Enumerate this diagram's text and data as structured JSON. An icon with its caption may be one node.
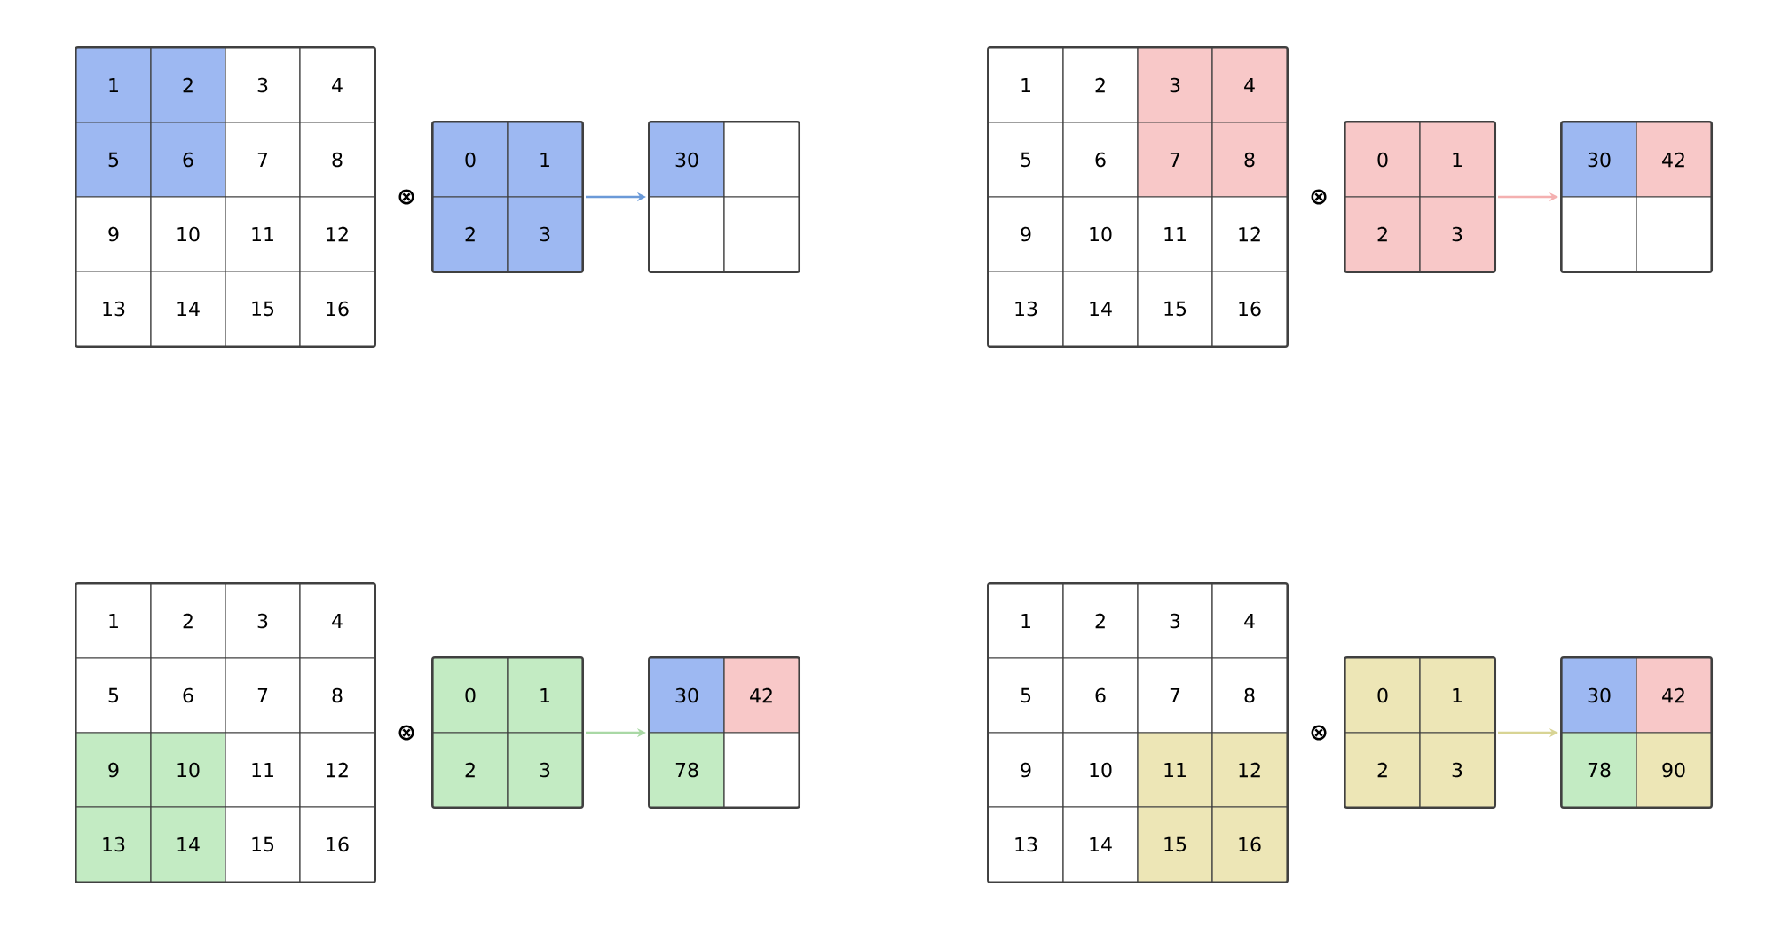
{
  "diagram": {
    "nodes": [
      {
        "text": [],
        "shape": "box"
      },
      {
        "text": [
          "1"
        ],
        "in": 0
      },
      {
        "text": [
          "2"
        ],
        "in": 0
      },
      {
        "text": [
          "3"
        ],
        "in": 0
      },
      {
        "text": [
          "4"
        ],
        "in": 0
      },
      {
        "text": [
          "5"
        ],
        "in": 0
      },
      {
        "text": [
          "6"
        ],
        "in": 0
      },
      {
        "text": [
          "7"
        ],
        "in": 0
      },
      {
        "text": [
          "8"
        ],
        "in": 0
      },
      {
        "text": [
          "9"
        ],
        "in": 0
      },
      {
        "text": [
          "10"
        ],
        "in": 0
      },
      {
        "text": [
          "11"
        ],
        "in": 0
      },
      {
        "text": [
          "12"
        ],
        "in": 0
      },
      {
        "text": [
          "13"
        ],
        "in": 0
      },
      {
        "text": [
          "14"
        ],
        "in": 0
      },
      {
        "text": [
          "15"
        ],
        "in": 0
      },
      {
        "text": [
          "16"
        ],
        "in": 0
      },
      {
        "text": [],
        "shape": "box"
      },
      {
        "text": [
          "0"
        ],
        "in": 17
      },
      {
        "text": [
          "1"
        ],
        "in": 17
      },
      {
        "text": [
          "2"
        ],
        "in": 17
      },
      {
        "text": [
          "3"
        ],
        "in": 17
      },
      {
        "text": [],
        "shape": "box"
      },
      {
        "text": [
          "30"
        ],
        "in": 22
      },
      {
        "text": [],
        "shape": "box",
        "in": 22
      },
      {
        "text": [],
        "shape": "box",
        "in": 22
      },
      {
        "text": [],
        "shape": "box",
        "in": 22
      },
      {
        "text": [],
        "shape": "box"
      },
      {
        "text": [
          "1"
        ],
        "in": 27
      },
      {
        "text": [
          "2"
        ],
        "in": 27
      },
      {
        "text": [
          "3"
        ],
        "in": 27
      },
      {
        "text": [
          "4"
        ],
        "in": 27
      },
      {
        "text": [
          "5"
        ],
        "in": 27
      },
      {
        "text": [
          "6"
        ],
        "in": 27
      },
      {
        "text": [
          "7"
        ],
        "in": 27
      },
      {
        "text": [
          "8"
        ],
        "in": 27
      },
      {
        "text": [
          "9"
        ],
        "in": 27
      },
      {
        "text": [
          "10"
        ],
        "in": 27
      },
      {
        "text": [
          "11"
        ],
        "in": 27
      },
      {
        "text": [
          "12"
        ],
        "in": 27
      },
      {
        "text": [
          "13"
        ],
        "in": 27
      },
      {
        "text": [
          "14"
        ],
        "in": 27
      },
      {
        "text": [
          "15"
        ],
        "in": 27
      },
      {
        "text": [
          "16"
        ],
        "in": 27
      },
      {
        "text": [],
        "shape": "box"
      },
      {
        "text": [
          "0"
        ],
        "in": 44
      },
      {
        "text": [
          "1"
        ],
        "in": 44
      },
      {
        "text": [
          "2"
        ],
        "in": 44
      },
      {
        "text": [
          "3"
        ],
        "in": 44
      },
      {
        "text": [],
        "shape": "box"
      },
      {
        "text": [
          "30"
        ],
        "in": 49
      },
      {
        "text": [
          "42"
        ],
        "in": 49
      },
      {
        "text": [],
        "shape": "box",
        "in": 49
      },
      {
        "text": [],
        "shape": "box",
        "in": 49
      },
      {
        "text": [],
        "shape": "box"
      },
      {
        "text": [
          "1"
        ],
        "in": 54
      },
      {
        "text": [
          "2"
        ],
        "in": 54
      },
      {
        "text": [
          "3"
        ],
        "in": 54
      },
      {
        "text": [
          "4"
        ],
        "in": 54
      },
      {
        "text": [
          "5"
        ],
        "in": 54
      },
      {
        "text": [
          "6"
        ],
        "in": 54
      },
      {
        "text": [
          "7"
        ],
        "in": 54
      },
      {
        "text": [
          "8"
        ],
        "in": 54
      },
      {
        "text": [
          "9"
        ],
        "in": 54
      },
      {
        "text": [
          "10"
        ],
        "in": 54
      },
      {
        "text": [
          "11"
        ],
        "in": 54
      },
      {
        "text": [
          "12"
        ],
        "in": 54
      },
      {
        "text": [
          "13"
        ],
        "in": 54
      },
      {
        "text": [
          "14"
        ],
        "in": 54
      },
      {
        "text": [
          "15"
        ],
        "in": 54
      },
      {
        "text": [
          "16"
        ],
        "in": 54
      },
      {
        "text": [],
        "shape": "box"
      },
      {
        "text": [
          "0"
        ],
        "in": 71
      },
      {
        "text": [
          "1"
        ],
        "in": 71
      },
      {
        "text": [
          "2"
        ],
        "in": 71
      },
      {
        "text": [
          "3"
        ],
        "in": 71
      },
      {
        "text": [],
        "shape": "box"
      },
      {
        "text": [
          "30"
        ],
        "in": 76
      },
      {
        "text": [
          "42"
        ],
        "in": 76
      },
      {
        "text": [
          "78"
        ],
        "in": 76
      },
      {
        "text": [],
        "shape": "box",
        "in": 76
      },
      {
        "text": [],
        "shape": "box"
      },
      {
        "text": [
          "1"
        ],
        "in": 81
      },
      {
        "text": [
          "2"
        ],
        "in": 81
      },
      {
        "text": [
          "3"
        ],
        "in": 81
      },
      {
        "text": [
          "4"
        ],
        "in": 81
      },
      {
        "text": [
          "5"
        ],
        "in": 81
      },
      {
        "text": [
          "6"
        ],
        "in": 81
      },
      {
        "text": [
          "7"
        ],
        "in": 81
      },
      {
        "text": [
          "8"
        ],
        "in": 81
      },
      {
        "text": [
          "9"
        ],
        "in": 81
      },
      {
        "text": [
          "10"
        ],
        "in": 81
      },
      {
        "text": [
          "11"
        ],
        "in": 81
      },
      {
        "text": [
          "12"
        ],
        "in": 81
      },
      {
        "text": [
          "13"
        ],
        "in": 81
      },
      {
        "text": [
          "14"
        ],
        "in": 81
      },
      {
        "text": [
          "15"
        ],
        "in": 81
      },
      {
        "text": [
          "16"
        ],
        "in": 81
      },
      {
        "text": [],
        "shape": "box"
      },
      {
        "text": [
          "0"
        ],
        "in": 98
      },
      {
        "text": [
          "1"
        ],
        "in": 98
      },
      {
        "text": [
          "2"
        ],
        "in": 98
      },
      {
        "text": [
          "3"
        ],
        "in": 98
      },
      {
        "text": [],
        "shape": "box"
      },
      {
        "text": [
          "30"
        ],
        "in": 103
      },
      {
        "text": [
          "42"
        ],
        "in": 103
      },
      {
        "text": [
          "78"
        ],
        "in": 103
      },
      {
        "text": [
          "90"
        ],
        "in": 103
      }
    ],
    "edges": [
      {
        "from": 17,
        "to": 22,
        "arrow": "to",
        "color": "#6b9ad8"
      },
      {
        "from": 44,
        "to": 49,
        "arrow": "to",
        "color": "#f4b0b0"
      },
      {
        "from": 71,
        "to": 76,
        "arrow": "to",
        "color": "#a9d8a5"
      },
      {
        "from": 98,
        "to": 103,
        "arrow": "to",
        "color": "#d8d494"
      }
    ],
    "labels": [
      "⊗",
      "⊗",
      "⊗",
      "⊗"
    ]
  }
}
